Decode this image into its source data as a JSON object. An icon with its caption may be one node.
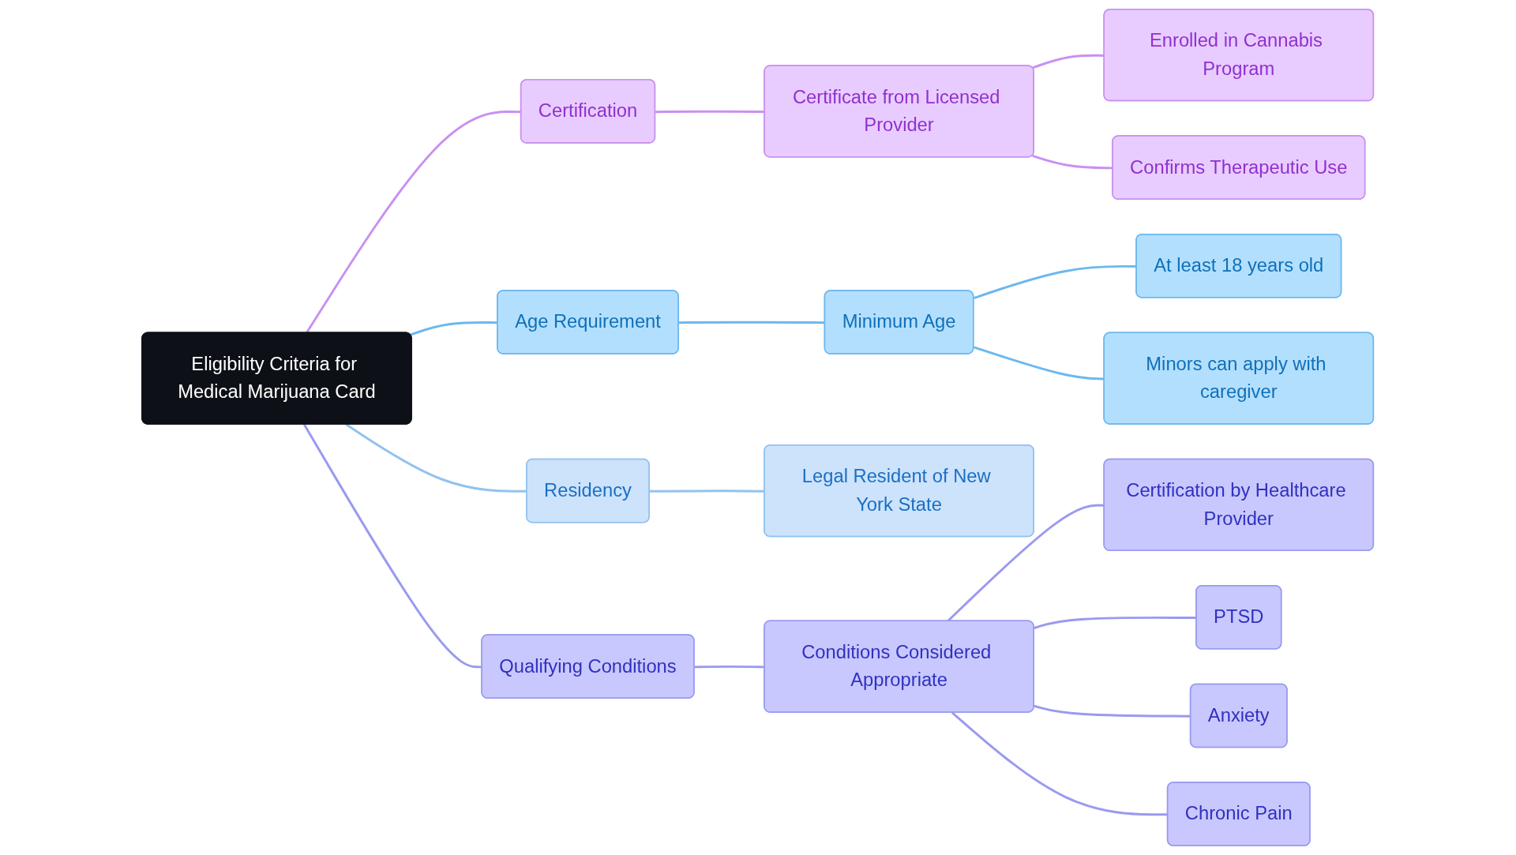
{
  "diagram": {
    "nodes": [
      {
        "text": [
          "Eligibility Criteria for Medical Marijuana Card"
        ]
      },
      {
        "text": [
          "Certification"
        ]
      },
      {
        "text": [
          "Certificate from Licensed Provider"
        ]
      },
      {
        "text": [
          "Enrolled in Cannabis Program"
        ]
      },
      {
        "text": [
          "Confirms Therapeutic Use"
        ]
      },
      {
        "text": [
          "Age Requirement"
        ]
      },
      {
        "text": [
          "Minimum Age"
        ]
      },
      {
        "text": [
          "At least 18 years old"
        ]
      },
      {
        "text": [
          "Minors can apply with caregiver"
        ]
      },
      {
        "text": [
          "Residency"
        ]
      },
      {
        "text": [
          "Legal Resident of New York State"
        ]
      },
      {
        "text": [
          "Qualifying Conditions"
        ]
      },
      {
        "text": [
          "Conditions Considered Appropriate"
        ]
      },
      {
        "text": [
          "Certification by Healthcare Provider"
        ]
      },
      {
        "text": [
          "PTSD"
        ]
      },
      {
        "text": [
          "Anxiety"
        ]
      },
      {
        "text": [
          "Chronic Pain"
        ]
      }
    ],
    "edges": [
      {
        "from": 0,
        "to": 1,
        "arrow": "none",
        "color": "#c990f0"
      },
      {
        "from": 1,
        "to": 2,
        "arrow": "none",
        "color": "#c990f0"
      },
      {
        "from": 2,
        "to": 3,
        "arrow": "none",
        "color": "#c990f0"
      },
      {
        "from": 2,
        "to": 4,
        "arrow": "none",
        "color": "#c990f0"
      },
      {
        "from": 0,
        "to": 5,
        "arrow": "none",
        "color": "#6cb8ee"
      },
      {
        "from": 5,
        "to": 6,
        "arrow": "none",
        "color": "#6cb8ee"
      },
      {
        "from": 6,
        "to": 7,
        "arrow": "none",
        "color": "#6cb8ee"
      },
      {
        "from": 6,
        "to": 8,
        "arrow": "none",
        "color": "#6cb8ee"
      },
      {
        "from": 0,
        "to": 9,
        "arrow": "none",
        "color": "#93c2ee"
      },
      {
        "from": 9,
        "to": 10,
        "arrow": "none",
        "color": "#93c2ee"
      },
      {
        "from": 0,
        "to": 11,
        "arrow": "none"
      },
      {
        "from": 11,
        "to": 12,
        "arrow": "none"
      },
      {
        "from": 12,
        "to": 13,
        "arrow": "none"
      },
      {
        "from": 12,
        "to": 14,
        "arrow": "none"
      },
      {
        "from": 12,
        "to": 15,
        "arrow": "none"
      },
      {
        "from": 12,
        "to": 16,
        "arrow": "none"
      }
    ]
  }
}
